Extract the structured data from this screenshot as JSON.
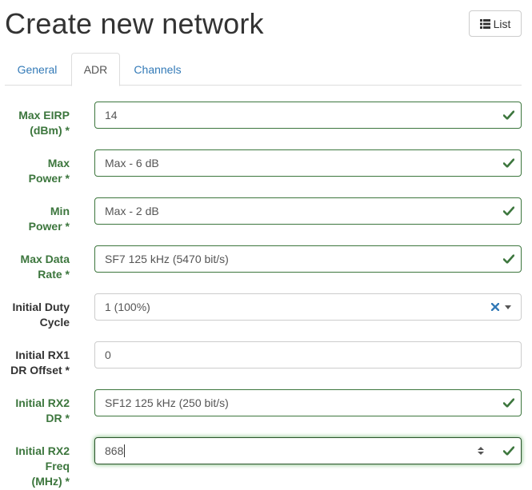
{
  "header": {
    "title": "Create new network",
    "list_button_label": "List",
    "list_icon": "list-icon"
  },
  "tabs": [
    {
      "label": "General",
      "active": false
    },
    {
      "label": "ADR",
      "active": true
    },
    {
      "label": "Channels",
      "active": false
    }
  ],
  "form": {
    "max_eirp": {
      "label_line1": "Max EIRP",
      "label_line2": "(dBm)",
      "required": "*",
      "value": "14",
      "valid": true
    },
    "max_power": {
      "label_line1": "Max",
      "label_line2": "Power",
      "required": "*",
      "value": "Max - 6 dB",
      "valid": true
    },
    "min_power": {
      "label_line1": "Min",
      "label_line2": "Power",
      "required": "*",
      "value": "Max - 2 dB",
      "valid": true
    },
    "max_data_rate": {
      "label_line1": "Max Data",
      "label_line2": "Rate",
      "required": "*",
      "value": "SF7 125 kHz (5470 bit/s)",
      "valid": true
    },
    "initial_duty_cycle": {
      "label_line1": "Initial Duty",
      "label_line2": "Cycle",
      "value": "1 (100%)",
      "valid": false
    },
    "initial_rx1_dr_offset": {
      "label_line1": "Initial RX1",
      "label_line2": "DR Offset",
      "required": "*",
      "value": "0",
      "valid": false
    },
    "initial_rx2_dr": {
      "label_line1": "Initial RX2",
      "label_line2": "DR",
      "required": "*",
      "value": "SF12 125 kHz (250 bit/s)",
      "valid": true
    },
    "initial_rx2_freq": {
      "label_line1": "Initial RX2",
      "label_line2": "Freq",
      "label_line3": "(MHz)",
      "required": "*",
      "value": "868",
      "valid": true
    }
  },
  "colors": {
    "valid": "#3c763d",
    "link": "#337ab7",
    "border": "#cccccc"
  }
}
